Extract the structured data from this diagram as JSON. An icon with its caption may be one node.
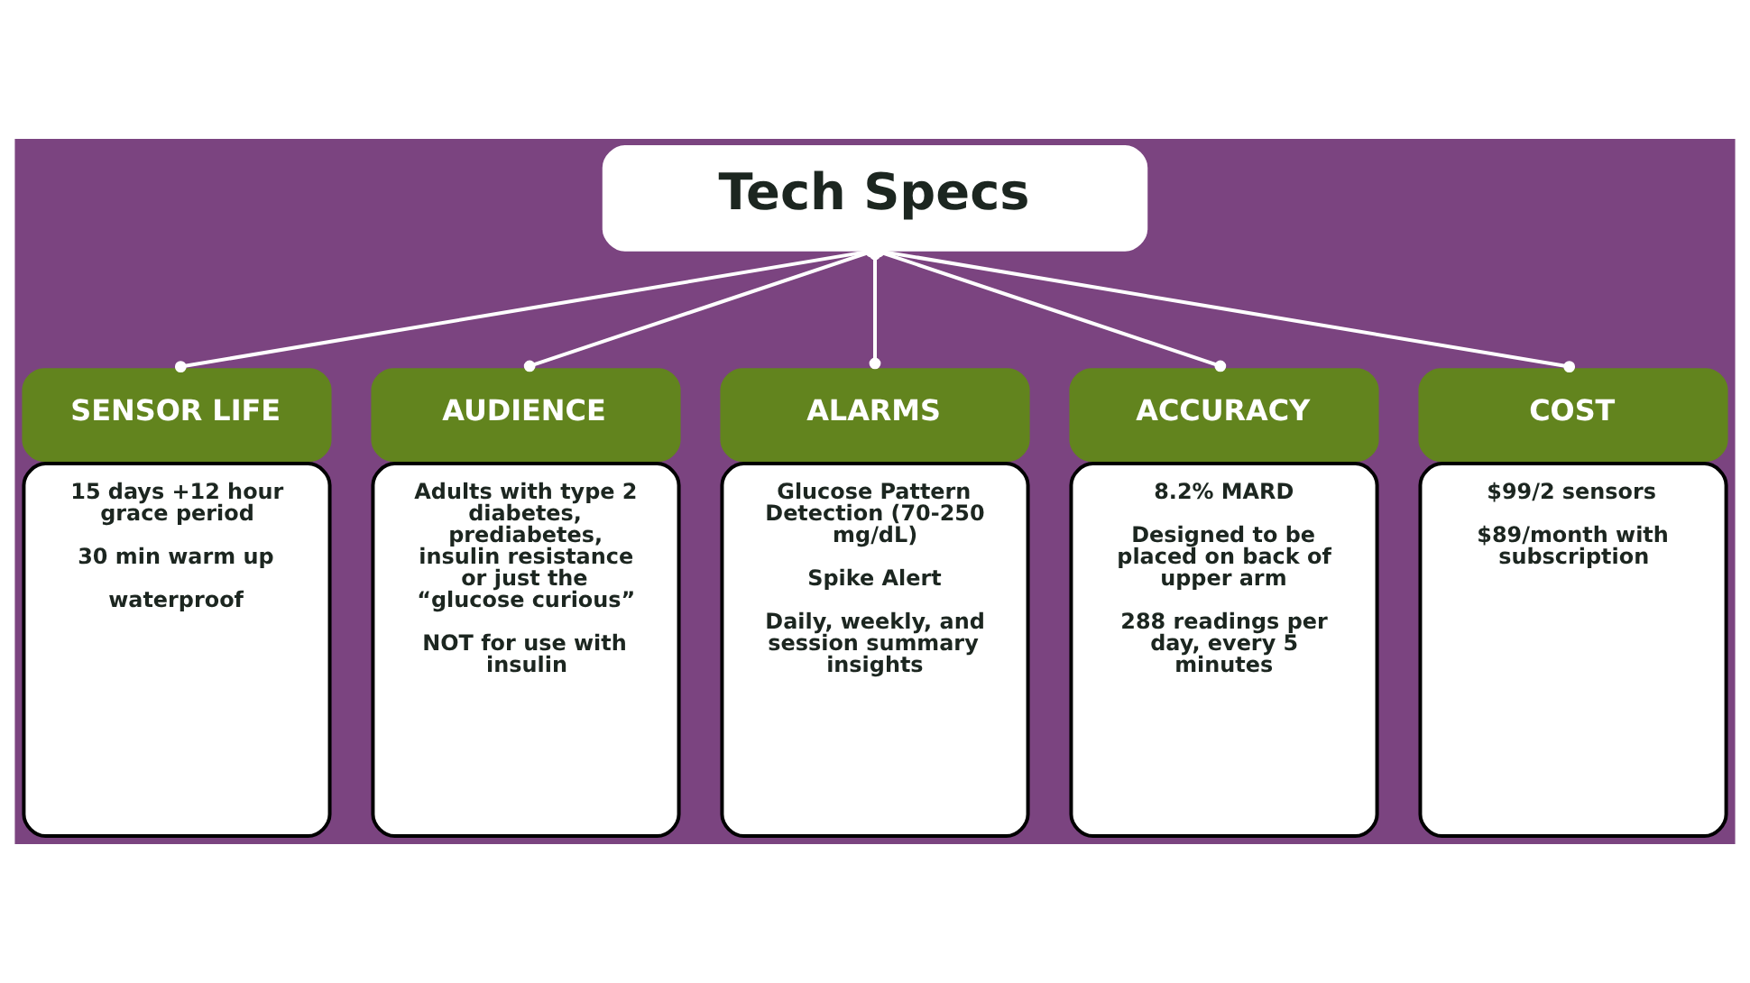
{
  "diagram": {
    "nodes": [
      {
        "text": [
          "Tech Specs"
        ]
      },
      {
        "text": [
          "SENSOR LIFE",
          "15 days +12 hour grace period",
          "30 min warm up",
          "waterproof"
        ]
      },
      {
        "text": [
          "AUDIENCE",
          "Adults with type 2 diabetes, prediabetes, insulin resistance or just the “glucose curious”",
          "NOT for use with insulin"
        ]
      },
      {
        "text": [
          "ALARMS",
          "Glucose Pattern Detection (70-250 mg/dL)",
          "Spike Alert",
          "Daily, weekly, and session summary insights"
        ]
      },
      {
        "text": [
          "ACCURACY",
          "8.2% MARD",
          "Designed to be placed on back of upper arm",
          "288 readings per day, every 5 minutes"
        ]
      },
      {
        "text": [
          "COST",
          "$99/2 sensors",
          "$89/month with subscription"
        ]
      }
    ],
    "edges": [
      {
        "from": 0,
        "to": 1,
        "arrow": "other"
      },
      {
        "from": 0,
        "to": 2,
        "arrow": "other"
      },
      {
        "from": 0,
        "to": 3,
        "arrow": "other"
      },
      {
        "from": 0,
        "to": 4,
        "arrow": "other"
      },
      {
        "from": 0,
        "to": 5,
        "arrow": "other"
      }
    ]
  }
}
